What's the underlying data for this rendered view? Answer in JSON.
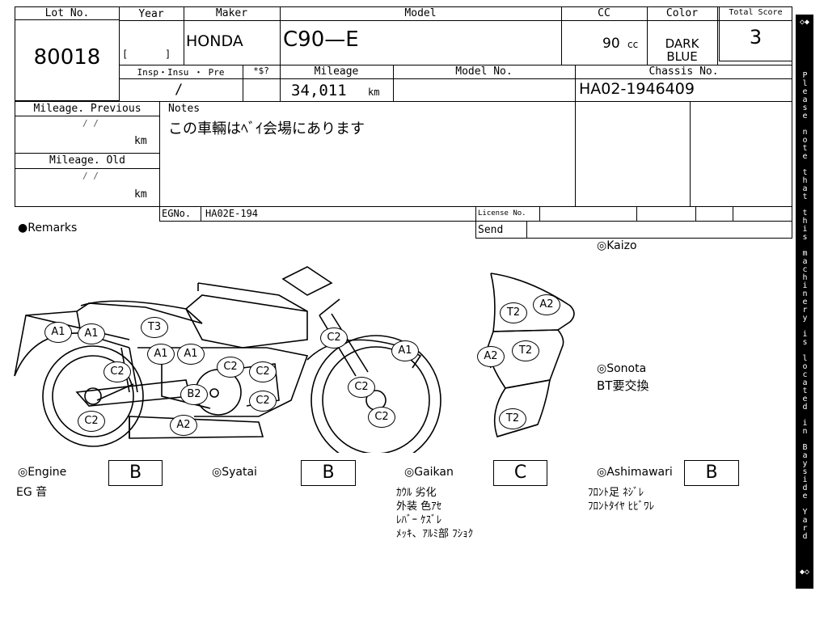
{
  "header": {
    "lot_label": "Lot No.",
    "lot_value": "80018",
    "year_label": "Year",
    "year_bracket_open": "[",
    "year_bracket_close": "]",
    "maker_label": "Maker",
    "maker_value": "HONDA",
    "model_label": "Model",
    "model_value": "C90—E",
    "cc_label": "CC",
    "cc_value": "90",
    "cc_unit": "cc",
    "color_label": "Color",
    "color_value_1": "DARK",
    "color_value_2": "BLUE",
    "score_label": "Total Score",
    "score_value": "3"
  },
  "row2": {
    "insp_label": "Insp・Insu ・ Pre",
    "insp_value": "/",
    "dollar_label": "*$?",
    "mileage_label": "Mileage",
    "mileage_value": "34,011",
    "mileage_unit": "km",
    "model_no_label": "Model No.",
    "chassis_label": "Chassis No.",
    "chassis_value": "HA02-1946409"
  },
  "row3": {
    "mileage_prev_label": "Mileage. Previous",
    "mileage_prev_date": "/   /",
    "mileage_prev_unit": "km",
    "mileage_old_label": "Mileage. Old",
    "mileage_old_date": "/   /",
    "mileage_old_unit": "km",
    "notes_label": "Notes",
    "notes_value": "この車輛はﾍﾞｲ会場にあります"
  },
  "row4": {
    "eg_label": "EGNo.",
    "eg_value": "HA02E-194",
    "license_label": "License No.",
    "send_label": "Send"
  },
  "remarks_label": "●Remarks",
  "kaizo_label": "◎Kaizo",
  "sonota": {
    "label": "◎Sonota",
    "value": "BT要交換"
  },
  "damage_marks": {
    "side": [
      "A1",
      "A1",
      "T3",
      "A1",
      "A1",
      "C2",
      "C2",
      "C2",
      "B2",
      "C2",
      "C2",
      "A1",
      "C2",
      "C2",
      "C2",
      "A2"
    ],
    "fairing": [
      "A2",
      "T2",
      "A2",
      "T2",
      "T2"
    ]
  },
  "ratings": {
    "engine": {
      "label": "◎Engine",
      "grade": "B",
      "notes": "EG 音"
    },
    "syatai": {
      "label": "◎Syatai",
      "grade": "B"
    },
    "gaikan": {
      "label": "◎Gaikan",
      "grade": "C",
      "notes": "ｶｳﾙ 劣化\n外装 色ｱｾ\nﾚﾊﾞｰ ｹｽﾞﾚ\nﾒｯｷ、ｱﾙﾐ部 ﾌｼｮｸ"
    },
    "ashimawari": {
      "label": "◎Ashimawari",
      "grade": "B",
      "notes": "ﾌﾛﾝﾄ足 ﾈｼﾞﾚ\nﾌﾛﾝﾄﾀｲﾔ ﾋﾋﾞﾜﾚ"
    }
  },
  "banner": {
    "top": "◇◆",
    "text": "Please note that this machinery is located in Bayside Yard",
    "bottom": "◆◇"
  }
}
